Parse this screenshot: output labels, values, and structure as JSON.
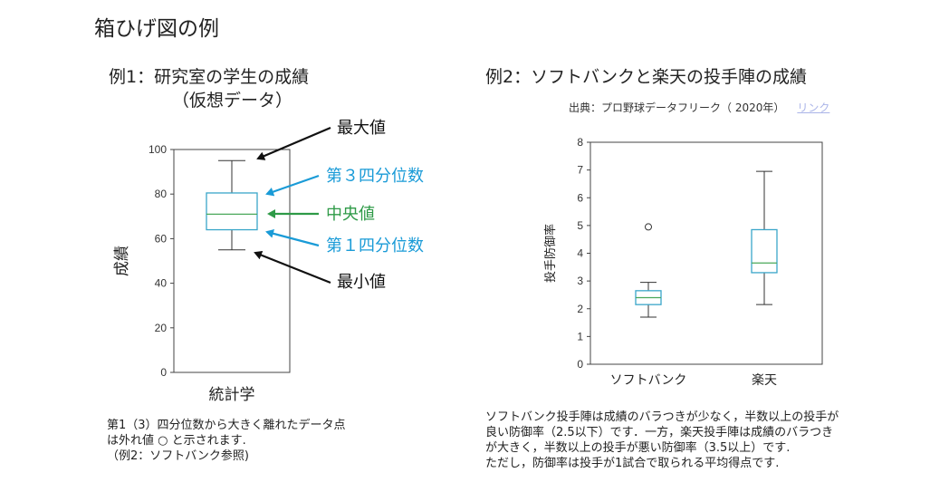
{
  "page_title": "箱ひげ図の例",
  "example1": {
    "title": "例1：研究室の学生の成績",
    "subtitle": "（仮想データ）",
    "note_lines": [
      "第1（3）四分位数から大きく離れたデータ点",
      "は外れ値 ○ と示されます.",
      "（例2：ソフトバンク参照)"
    ]
  },
  "annotations": {
    "max": "最大値",
    "q3": "第３四分位数",
    "median": "中央値",
    "q1": "第１四分位数",
    "min": "最小値"
  },
  "example2": {
    "title": "例2：ソフトバンクと楽天の投手陣の成績",
    "source": "出典：プロ野球データフリーク（ 2020年）",
    "link_text": "リンク",
    "note_lines": [
      "ソフトバンク投手陣は成績のバラつきが少なく，半数以上の投手が",
      "良い防御率（2.5以下）です．一方，楽天投手陣は成績のバラつき",
      "が大きく，半数以上の投手が悪い防御率（3.5以上）です.",
      "ただし，防御率は投手が1試合で取られる平均得点です."
    ]
  },
  "colors": {
    "annotation_black": "#111111",
    "annotation_blue": "#1a9bd7",
    "annotation_green": "#2e9a47",
    "box": "#3aa6c9",
    "median": "#4aa85a"
  },
  "chart_data": [
    {
      "type": "box",
      "ylabel": "成績",
      "ylim": [
        0,
        100
      ],
      "yticks": [
        0,
        20,
        40,
        60,
        80,
        100
      ],
      "categories": [
        "統計学"
      ],
      "boxes": [
        {
          "min": 55,
          "q1": 64,
          "median": 71,
          "q3": 80.5,
          "max": 95,
          "outliers": []
        }
      ]
    },
    {
      "type": "box",
      "ylabel": "投手防御率",
      "ylim": [
        0,
        8
      ],
      "yticks": [
        0,
        1,
        2,
        3,
        4,
        5,
        6,
        7,
        8
      ],
      "categories": [
        "ソフトバンク",
        "楽天"
      ],
      "boxes": [
        {
          "min": 1.7,
          "q1": 2.15,
          "median": 2.4,
          "q3": 2.65,
          "max": 2.95,
          "outliers": [
            4.95
          ]
        },
        {
          "min": 2.15,
          "q1": 3.3,
          "median": 3.65,
          "q3": 4.85,
          "max": 6.95,
          "outliers": []
        }
      ]
    }
  ]
}
